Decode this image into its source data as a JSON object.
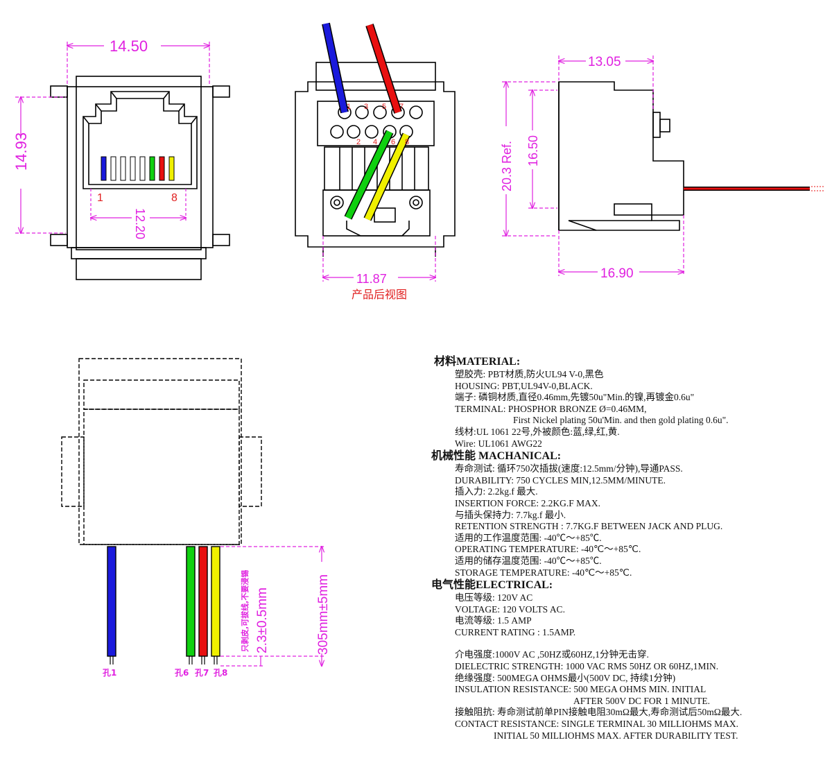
{
  "colors": {
    "dimension": "#e020e0",
    "outline": "#000000",
    "wire_blue": "#1a1adc",
    "wire_red": "#e81010",
    "wire_green": "#10d010",
    "wire_yellow": "#f0f000",
    "pin_label": "#e02020"
  },
  "front_view": {
    "width_dim": "14.50",
    "height_dim": "14.93",
    "pin_span_dim": "12.20",
    "pin_first": "1",
    "pin_last": "8"
  },
  "rear_view": {
    "width_dim": "11.87",
    "caption": "产品后视图",
    "hole_labels": [
      "1",
      "3",
      "5",
      "7",
      "2",
      "4",
      "6",
      "8"
    ]
  },
  "side_view": {
    "top_dim": "13.05",
    "inner_height_dim": "16.50",
    "ref_height_dim": "20.3 Ref.",
    "bottom_dim": "16.90"
  },
  "wire_view": {
    "strip_dim": "2.3±0.5mm",
    "length_dim": "305mm±5mm",
    "strip_note": "只剥皮,可拔线,不要浸锡",
    "hole_labels": [
      "孔1",
      "孔6",
      "孔7",
      "孔8"
    ]
  },
  "spec": {
    "material": {
      "heading": "材料MATERIAL:",
      "lines": [
        "塑胶壳: PBT材质,防火UL94 V-0,黑色",
        "HOUSING: PBT,UL94V-0,BLACK.",
        "端子: 磷铜材质,直径0.46mm,先镀50u\"Min.的镍,再镀金0.6u\"",
        "TERMINAL: PHOSPHOR BRONZE Ø=0.46MM,",
        "First Nickel plating 50u'Min. and then gold plating 0.6u\".",
        "线材:UL 1061 22号,外被颜色:蓝,绿,红,黄.",
        "Wire: UL1061 AWG22"
      ]
    },
    "mechanical": {
      "heading": "机械性能 MACHANICAL:",
      "lines": [
        "寿命测试: 循环750次插拔(速度:12.5mm/分钟),导通PASS.",
        "DURABILITY: 750 CYCLES MIN,12.5MM/MINUTE.",
        "插入力: 2.2kg.f 最大.",
        "INSERTION FORCE: 2.2KG.F MAX.",
        "与插头保持力: 7.7kg.f 最小.",
        "RETENTION STRENGTH : 7.7KG.F BETWEEN JACK AND PLUG.",
        "适用的工作温度范围: -40℃～+85℃.",
        "OPERATING TEMPERATURE: -40℃～+85℃.",
        "适用的储存温度范围: -40℃～+85℃.",
        "STORAGE TEMPERATURE: -40℃～+85℃."
      ]
    },
    "electrical": {
      "heading": "电气性能ELECTRICAL:",
      "lines": [
        "电压等级: 120V AC",
        "VOLTAGE: 120 VOLTS AC.",
        "电流等级: 1.5 AMP",
        "CURRENT RATING : 1.5AMP."
      ],
      "lines2": [
        "介电强度:1000V AC ,50HZ或60HZ,1分钟无击穿.",
        "DIELECTRIC STRENGTH: 1000 VAC RMS 50HZ OR 60HZ,1MIN.",
        "绝缘强度: 500MEGA OHMS最小(500V DC, 持续1分钟)",
        "INSULATION RESISTANCE: 500 MEGA OHMS MIN. INITIAL",
        "AFTER 500V DC FOR 1 MINUTE.",
        "接触阻抗: 寿命测试前单PIN接触电阻30mΩ最大,寿命测试后50mΩ最大.",
        "CONTACT RESISTANCE: SINGLE TERMINAL 30 MILLIOHMS MAX.",
        "INITIAL 50 MILLIOHMS MAX. AFTER DURABILITY TEST."
      ]
    }
  }
}
